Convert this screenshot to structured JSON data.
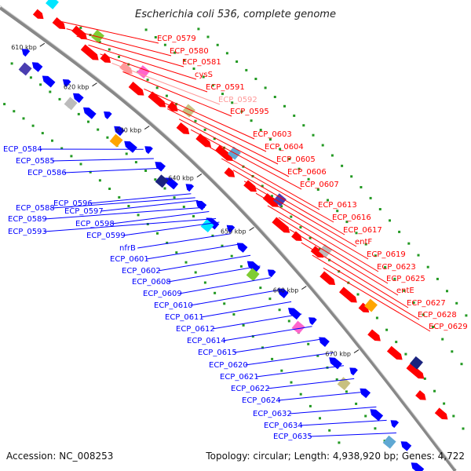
{
  "title": "Escherichia coli 536, complete genome",
  "footer": {
    "accession": "Accession: NC_008253",
    "summary": "Topology: circular; Length: 4,938,920 bp; Genes: 4,722"
  },
  "colors": {
    "backbone": "#888888",
    "forward_strand": "#ff0000",
    "reverse_strand": "#0000ff",
    "pseudo_forward": "#ff9999",
    "dotted_track": "#229922",
    "ticks": "#222222"
  },
  "ticks": [
    "610 kbp",
    "620 kbp",
    "630 kbp",
    "640 kbp",
    "650 kbp",
    "660 kbp",
    "670 kbp"
  ],
  "labels_forward": [
    "ECP_0579",
    "ECP_0580",
    "ECP_0581",
    "cysS",
    "ECP_0591",
    "ECP_0592",
    "ECP_0595",
    "ECP_0603",
    "ECP_0604",
    "ECP_0605",
    "ECP_0606",
    "ECP_0607",
    "ECP_0613",
    "ECP_0616",
    "ECP_0617",
    "entF",
    "ECP_0619",
    "ECP_0623",
    "ECP_0625",
    "entE",
    "ECP_0627",
    "ECP_0628",
    "ECP_0629"
  ],
  "labels_reverse": [
    "ECP_0584",
    "ECP_0585",
    "ECP_0586",
    "ECP_0588",
    "ECP_0596",
    "ECP_0597",
    "ECP_0589",
    "ECP_0593",
    "ECP_0598",
    "ECP_0599",
    "nfrB",
    "ECP_0601",
    "ECP_0602",
    "ECP_0608",
    "ECP_0609",
    "ECP_0610",
    "ECP_0611",
    "ECP_0612",
    "ECP_0614",
    "ECP_0615",
    "ECP_0620",
    "ECP_0621",
    "ECP_0622",
    "ECP_0624",
    "ECP_0632",
    "ECP_0634",
    "ECP_0635"
  ]
}
